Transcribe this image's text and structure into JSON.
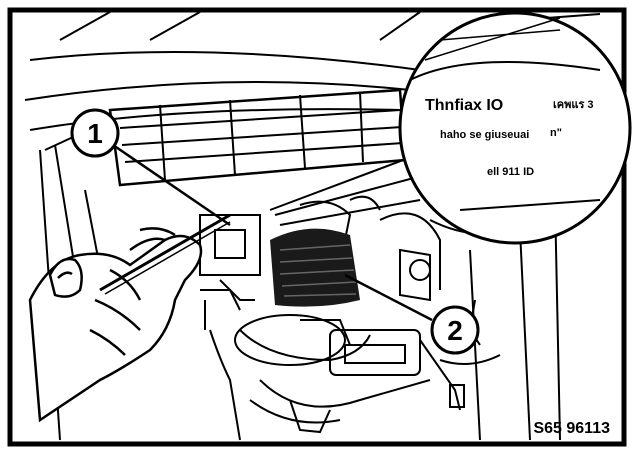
{
  "figure": {
    "callouts": [
      {
        "number": "1"
      },
      {
        "number": "2"
      }
    ],
    "figure_code": "S65 96113",
    "magnifier_text": {
      "line1": "Thnfiax IO",
      "line1_right": "เคพแร 3",
      "line2": "haho se giuseuai",
      "line2_right": "n\"",
      "line3": "ell 911 ID"
    }
  }
}
